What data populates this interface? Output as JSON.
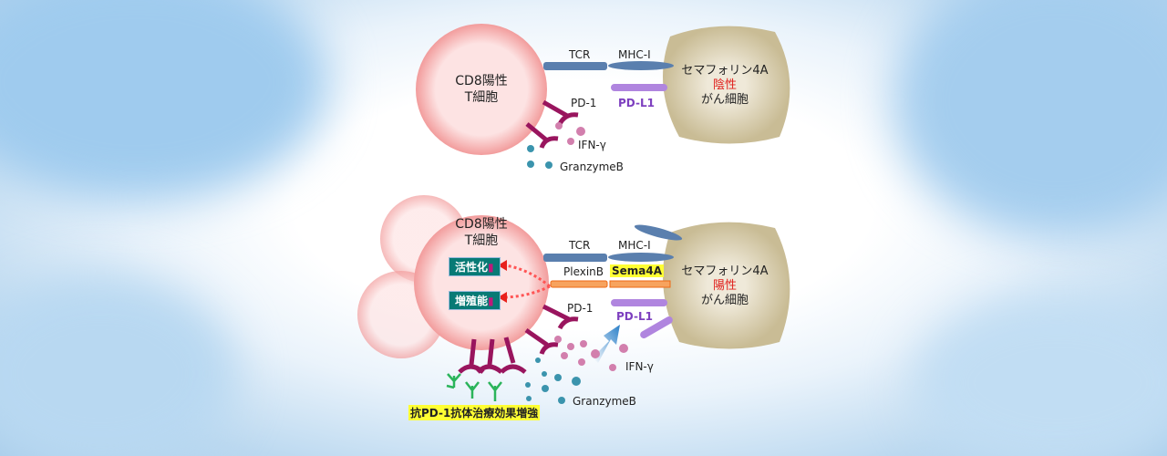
{
  "top_panel": {
    "tcell_label": [
      "CD8陽性",
      "T細胞"
    ],
    "tcr": "TCR",
    "mhc": "MHC-I",
    "pd1": "PD-1",
    "pdl1": "PD-L1",
    "ifn": "IFN-γ",
    "granzyme": "GranzymeB",
    "cancer_label": [
      "セマフォリン4A",
      "陰性",
      "がん細胞"
    ]
  },
  "bottom_panel": {
    "tcell_label": [
      "CD8陽性",
      "T細胞"
    ],
    "tcr": "TCR",
    "mhc": "MHC-I",
    "plexin": "PlexinB",
    "sema": "Sema4A",
    "activation": "活性化",
    "proliferation": "増殖能",
    "pd1": "PD-1",
    "pdl1": "PD-L1",
    "ifn": "IFN-γ",
    "granzyme": "GranzymeB",
    "cancer_label": [
      "セマフォリン4A",
      "陽性",
      "がん細胞"
    ],
    "effect": "抗PD-1抗体治療効果増強"
  },
  "colors": {
    "tcell": "#f7b7b7",
    "cancer": "#d8ceb0",
    "receptor": "#99155e",
    "highlight": "#ffff33",
    "teal": "#087a75"
  }
}
